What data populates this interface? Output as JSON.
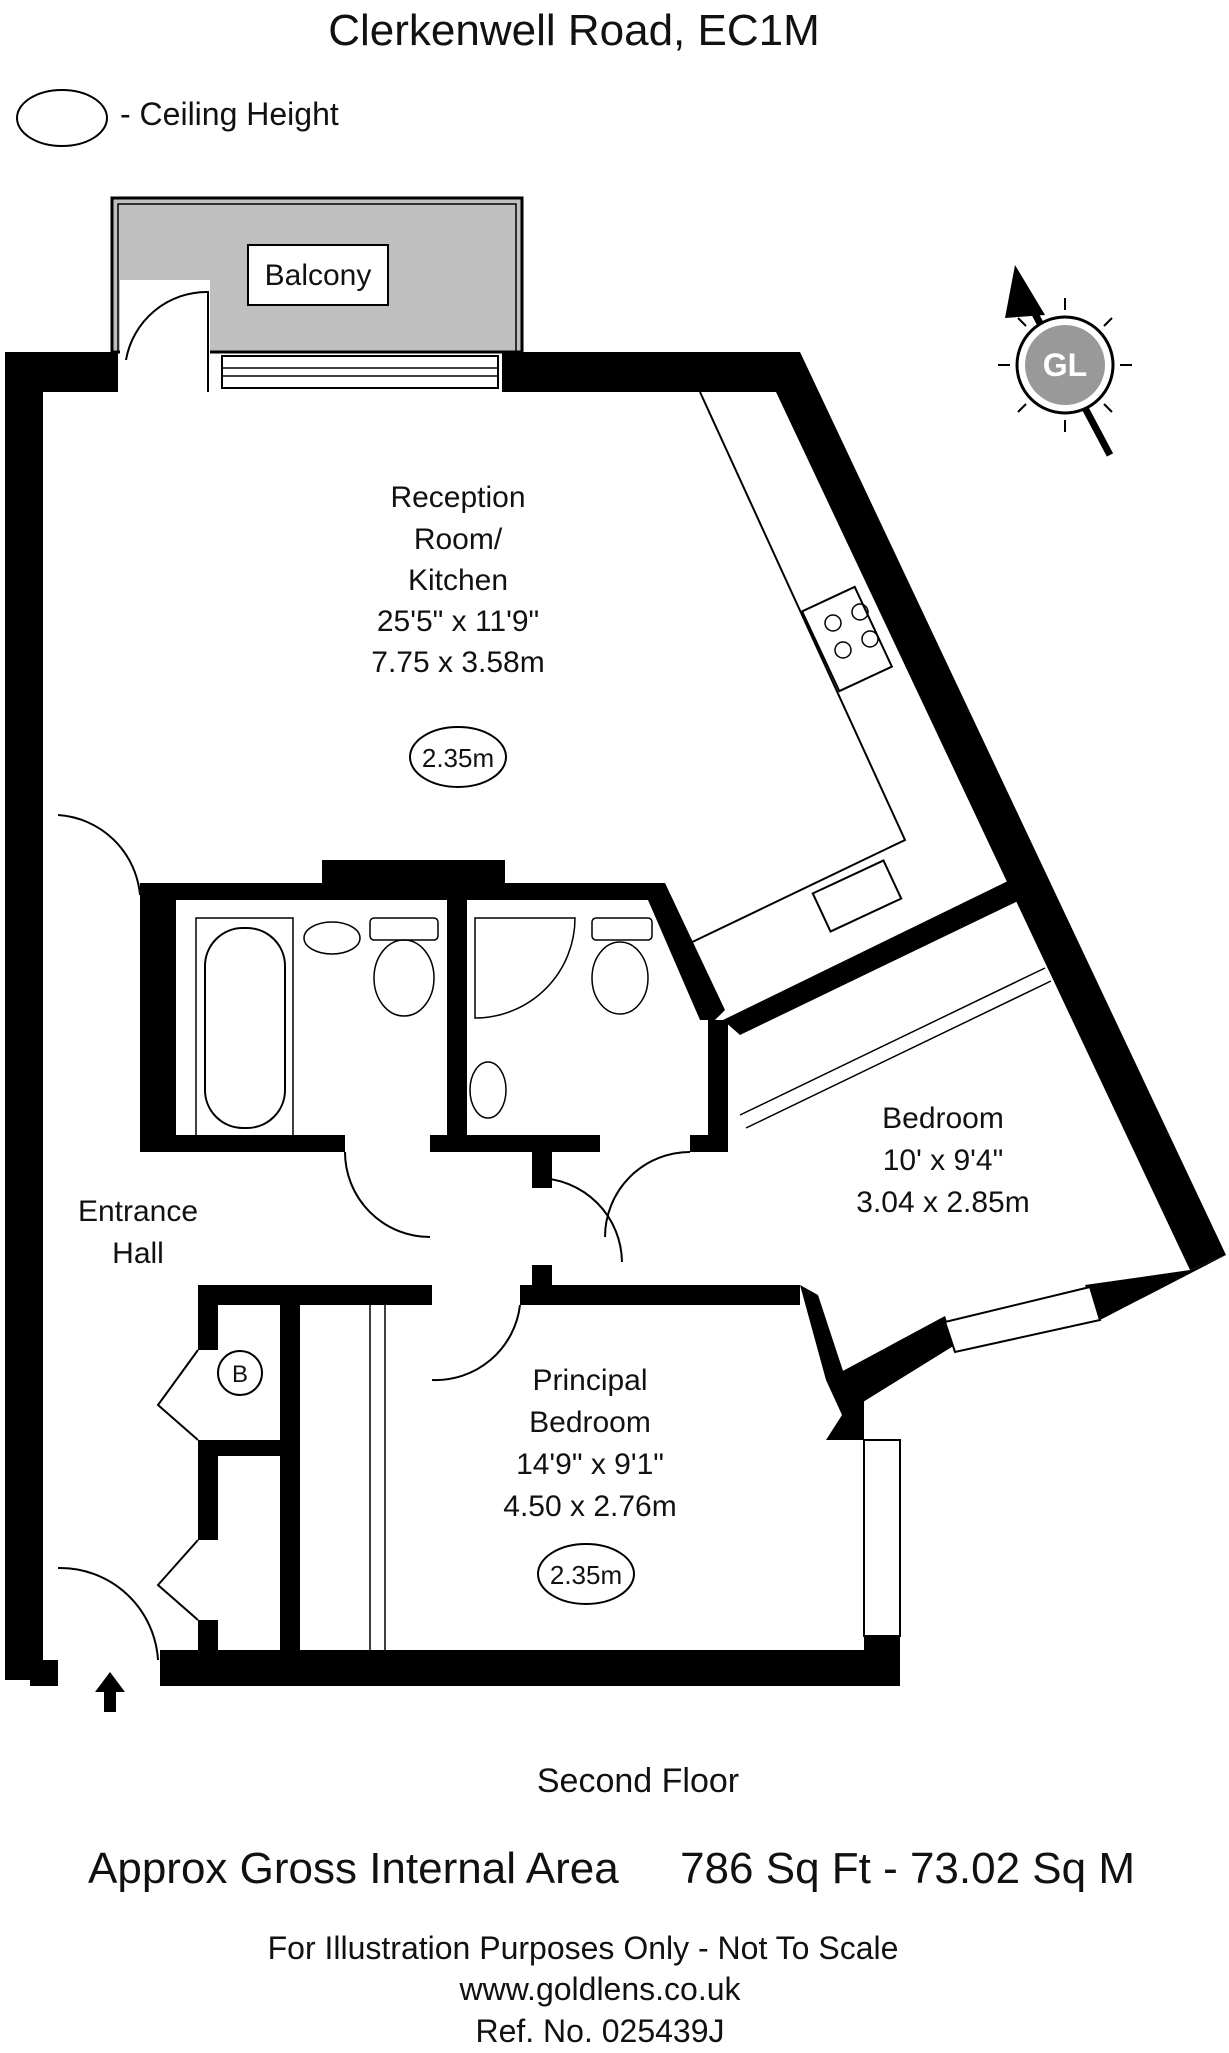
{
  "title": "Clerkenwell Road, EC1M",
  "legend": {
    "label": "- Ceiling Height"
  },
  "rooms": {
    "balcony": {
      "name": "Balcony"
    },
    "reception": {
      "line1": "Reception",
      "line2": "Room/",
      "line3": "Kitchen",
      "imperial": "25'5\" x 11'9\"",
      "metric": "7.75 x 3.58m",
      "ceiling": "2.35m"
    },
    "bedroom": {
      "name": "Bedroom",
      "imperial": "10' x 9'4\"",
      "metric": "3.04 x 2.85m"
    },
    "entrance": {
      "line1": "Entrance",
      "line2": "Hall"
    },
    "principal": {
      "line1": "Principal",
      "line2": "Bedroom",
      "imperial": "14'9\" x 9'1\"",
      "metric": "4.50 x 2.76m",
      "ceiling": "2.35m"
    },
    "boiler": {
      "label": "B"
    }
  },
  "compass": {
    "label": "GL"
  },
  "floor": "Second Floor",
  "area": {
    "label": "Approx Gross Internal Area",
    "value": "786 Sq Ft  - 73.02 Sq M"
  },
  "footer": {
    "disclaimer": "For Illustration Purposes Only - Not To Scale",
    "website": "www.goldlens.co.uk",
    "ref": "Ref. No. 025439J"
  }
}
